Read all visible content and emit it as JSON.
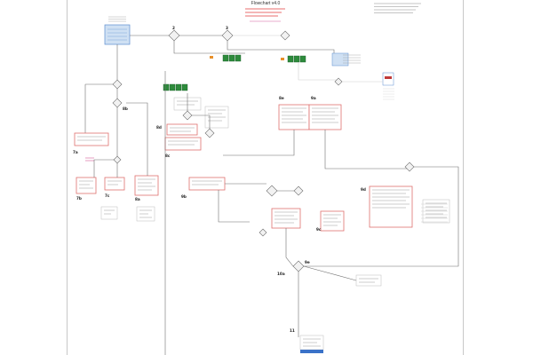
{
  "title": "Flowchart v4.0",
  "subtitle_lines": [
    "",
    "",
    ""
  ],
  "note_lines": [
    "",
    "",
    "",
    ""
  ],
  "step_labels": [
    "2",
    "3",
    "7a",
    "7b",
    "7c",
    "8a",
    "8b",
    "8c",
    "8d",
    "8e",
    "9a",
    "9b",
    "9c",
    "9d",
    "9e",
    "10a",
    "11"
  ],
  "colors": {
    "line": "#6f6f6f",
    "faint_line": "#cfcfcf",
    "box_border_red": "#e0706f",
    "box_border_gray": "#bdbdbd",
    "decision_fill": "#f2f2f2",
    "start_fill": "#cfe0f3",
    "end_fill": "#3a72c8",
    "green_block": "#2e8b3c",
    "orange_tag": "#e8902a",
    "title_red": "#e23b3b",
    "pink": "#d35a9a"
  },
  "icons": [
    "document-start-icon",
    "decision-diamond-icon",
    "check-block-icon",
    "end-terminator-icon",
    "document-icon"
  ]
}
